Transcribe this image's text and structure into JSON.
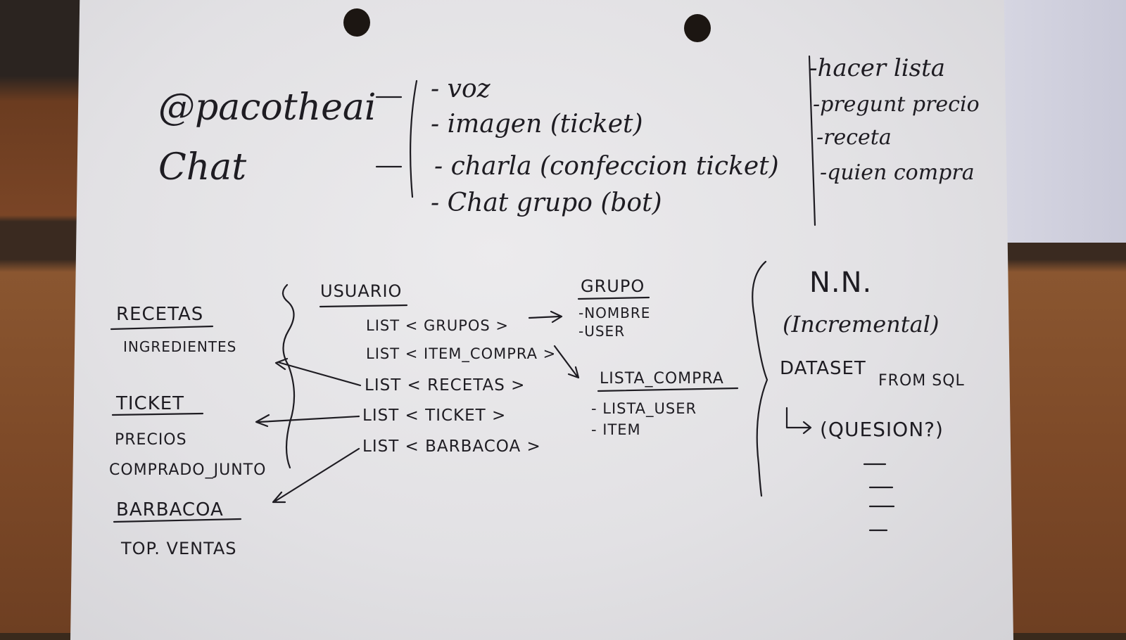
{
  "top": {
    "handle": "@pacotheai",
    "chat": "Chat",
    "inputs": [
      "- voz",
      "- imagen (ticket)",
      "- charla (confeccion ticket)",
      "- Chat grupo (bot)"
    ],
    "actions": [
      "-hacer lista",
      "-pregunt precio",
      "-receta",
      "-quien compra"
    ]
  },
  "left": {
    "recetas_title": "RECETAS",
    "recetas_sub": "INGREDIENTES",
    "ticket_title": "TICKET",
    "ticket_sub1": "PRECIOS",
    "ticket_sub2": "COMPRADO_JUNTO",
    "barbacoa_title": "BARBACOA",
    "barbacoa_sub": "TOP. VENTAS"
  },
  "usuario": {
    "title": "USUARIO",
    "fields": [
      "LIST < GRUPOS >",
      "LIST < ITEM_COMPRA >",
      "LIST < RECETAS >",
      "LIST < TICKET >",
      "LIST < BARBACOA >"
    ]
  },
  "grupo": {
    "title": "GRUPO",
    "fields": [
      "-NOMBRE",
      "-USER"
    ]
  },
  "lista_compra": {
    "title": "LISTA_COMPRA",
    "fields": [
      "- LISTA_USER",
      "- ITEM"
    ]
  },
  "nn": {
    "title": "N.N.",
    "sub": "(Incremental)",
    "dataset": "DATASET",
    "from": "FROM SQL",
    "question": "(QUESION?)"
  }
}
